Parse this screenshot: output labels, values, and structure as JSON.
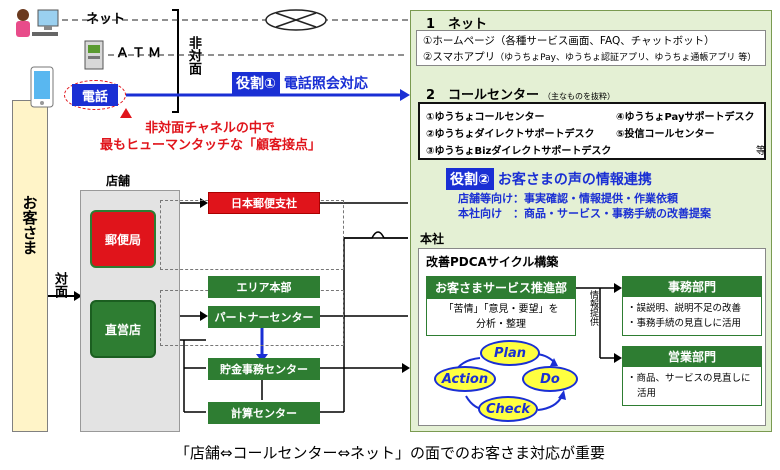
{
  "channels": {
    "net": "ネット",
    "atm": "ＡＴＭ",
    "phone": "電話",
    "non_face": "非対面",
    "face": "対面",
    "customer": "お客さま"
  },
  "role1": {
    "badge": "役割①",
    "text": "電話照会対応"
  },
  "annotation": {
    "line1": "非対面チャネルの中で",
    "line2": "最もヒューマンタッチな「顧客接点」"
  },
  "net_section": {
    "title": "1　ネット",
    "item1": "①ホームページ（各種サービス画面、FAQ、チャットボット）",
    "item2_main": "②スマホアプリ",
    "item2_sub": "（ゆうちょPay、ゆうちょ認証アプリ、ゆうちょ通帳アプリ 等）"
  },
  "call_section": {
    "title": "2　コールセンター",
    "note": "（主なものを抜粋）",
    "items": [
      "①ゆうちょコールセンター",
      "④ゆうちょPayサポートデスク",
      "②ゆうちょダイレクトサポートデスク",
      "⑤投信コールセンター",
      "③ゆうちょBizダイレクトサポートデスク"
    ],
    "etc": "等"
  },
  "role2": {
    "badge": "役割②",
    "text": "お客さまの声の情報連携",
    "line1": "店舗等向け：事実確認・情報提供・作業依頼",
    "line2": "本社向け　：商品・サービス・事務手続の改善提案"
  },
  "hq": {
    "title": "本社",
    "pdca_title": "改善PDCAサイクル構築",
    "promo": "お客さまサービス推進部",
    "promo_desc1": "「苦情」「意見・要望」を",
    "promo_desc2": "分析・整理",
    "info": "情報提供",
    "office": "事務部門",
    "office_desc1": "・誤説明、説明不足の改善",
    "office_desc2": "・事務手続の見直しに活用",
    "sales": "営業部門",
    "sales_desc1": "・商品、サービスの見直しに",
    "sales_desc2": "活用",
    "plan": "Plan",
    "do": "Do",
    "check": "Check",
    "action": "Action"
  },
  "store": {
    "title": "店舗",
    "post": "郵便局",
    "direct": "直営店"
  },
  "mid": {
    "jp_branch": "日本郵便支社",
    "area_hq": "エリア本部",
    "partner": "パートナーセンター",
    "savings": "貯金事務センター",
    "calc": "計算センター"
  },
  "caption": "「店舗⇔コールセンター⇔ネット」の面でのお客さま対応が重要",
  "colors": {
    "blue": "#1a2fd4",
    "red": "#e0141b",
    "green": "#2e7d32",
    "panel": "#e4f0d4"
  }
}
